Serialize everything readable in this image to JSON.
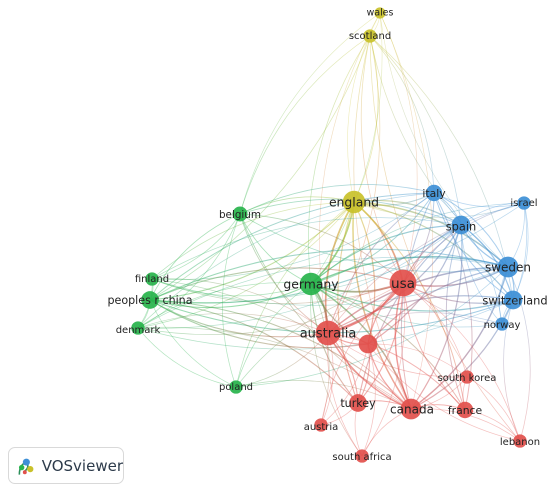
{
  "app": {
    "name": "VOSviewer"
  },
  "colors": {
    "red": "#e2504c",
    "green": "#27b34b",
    "blue": "#3d8fd6",
    "yellow": "#c9c12a"
  },
  "network": {
    "nodes": [
      {
        "id": "wales",
        "label": "wales",
        "cluster": "yellow",
        "weight": 1
      },
      {
        "id": "scotland",
        "label": "scotland",
        "cluster": "yellow",
        "weight": 2
      },
      {
        "id": "england",
        "label": "england",
        "cluster": "yellow",
        "weight": 10
      },
      {
        "id": "belgium",
        "label": "belgium",
        "cluster": "green",
        "weight": 3
      },
      {
        "id": "finland",
        "label": "finland",
        "cluster": "green",
        "weight": 2
      },
      {
        "id": "peoples_r_china",
        "label": "peoples r china",
        "cluster": "green",
        "weight": 5
      },
      {
        "id": "denmark",
        "label": "denmark",
        "cluster": "green",
        "weight": 2
      },
      {
        "id": "germany",
        "label": "germany",
        "cluster": "green",
        "weight": 10
      },
      {
        "id": "poland",
        "label": "poland",
        "cluster": "green",
        "weight": 2
      },
      {
        "id": "italy",
        "label": "italy",
        "cluster": "blue",
        "weight": 4
      },
      {
        "id": "israel",
        "label": "israel",
        "cluster": "blue",
        "weight": 2
      },
      {
        "id": "spain",
        "label": "spain",
        "cluster": "blue",
        "weight": 6
      },
      {
        "id": "sweden",
        "label": "sweden",
        "cluster": "blue",
        "weight": 8
      },
      {
        "id": "switzerland",
        "label": "switzerland",
        "cluster": "blue",
        "weight": 6
      },
      {
        "id": "norway",
        "label": "norway",
        "cluster": "blue",
        "weight": 2
      },
      {
        "id": "usa",
        "label": "usa",
        "cluster": "red",
        "weight": 16
      },
      {
        "id": "australia",
        "label": "australia",
        "cluster": "red",
        "weight": 13
      },
      {
        "id": "turkey",
        "label": "turkey",
        "cluster": "red",
        "weight": 5
      },
      {
        "id": "canada",
        "label": "canada",
        "cluster": "red",
        "weight": 8
      },
      {
        "id": "south_korea",
        "label": "south korea",
        "cluster": "red",
        "weight": 2
      },
      {
        "id": "france",
        "label": "france",
        "cluster": "red",
        "weight": 4
      },
      {
        "id": "austria",
        "label": "austria",
        "cluster": "red",
        "weight": 2
      },
      {
        "id": "south_africa",
        "label": "south africa",
        "cluster": "red",
        "weight": 2
      },
      {
        "id": "lebanon",
        "label": "lebanon",
        "cluster": "red",
        "weight": 2
      },
      {
        "id": "unlabeled_red",
        "label": "",
        "cluster": "red",
        "weight": 6
      }
    ],
    "links": [
      [
        "wales",
        "scotland"
      ],
      [
        "wales",
        "england"
      ],
      [
        "wales",
        "usa"
      ],
      [
        "wales",
        "australia"
      ],
      [
        "wales",
        "germany"
      ],
      [
        "wales",
        "sweden"
      ],
      [
        "wales",
        "canada"
      ],
      [
        "wales",
        "belgium"
      ],
      [
        "scotland",
        "england"
      ],
      [
        "scotland",
        "usa"
      ],
      [
        "scotland",
        "australia"
      ],
      [
        "scotland",
        "germany"
      ],
      [
        "scotland",
        "spain"
      ],
      [
        "scotland",
        "sweden"
      ],
      [
        "scotland",
        "italy"
      ],
      [
        "scotland",
        "canada"
      ],
      [
        "scotland",
        "peoples_r_china"
      ],
      [
        "scotland",
        "belgium"
      ],
      [
        "scotland",
        "switzerland"
      ],
      [
        "scotland",
        "lebanon"
      ],
      [
        "england",
        "usa"
      ],
      [
        "england",
        "australia"
      ],
      [
        "england",
        "germany"
      ],
      [
        "england",
        "belgium"
      ],
      [
        "england",
        "spain"
      ],
      [
        "england",
        "italy"
      ],
      [
        "england",
        "sweden"
      ],
      [
        "england",
        "canada"
      ],
      [
        "england",
        "peoples_r_china"
      ],
      [
        "england",
        "finland"
      ],
      [
        "england",
        "switzerland"
      ],
      [
        "england",
        "turkey"
      ],
      [
        "england",
        "france"
      ],
      [
        "england",
        "poland"
      ],
      [
        "england",
        "unlabeled_red"
      ],
      [
        "england",
        "israel"
      ],
      [
        "england",
        "denmark"
      ],
      [
        "belgium",
        "germany"
      ],
      [
        "belgium",
        "usa"
      ],
      [
        "belgium",
        "australia"
      ],
      [
        "belgium",
        "finland"
      ],
      [
        "belgium",
        "peoples_r_china"
      ],
      [
        "belgium",
        "denmark"
      ],
      [
        "belgium",
        "poland"
      ],
      [
        "belgium",
        "spain"
      ],
      [
        "belgium",
        "sweden"
      ],
      [
        "belgium",
        "italy"
      ],
      [
        "belgium",
        "canada"
      ],
      [
        "finland",
        "peoples_r_china"
      ],
      [
        "finland",
        "germany"
      ],
      [
        "finland",
        "denmark"
      ],
      [
        "finland",
        "usa"
      ],
      [
        "finland",
        "australia"
      ],
      [
        "finland",
        "sweden"
      ],
      [
        "finland",
        "spain"
      ],
      [
        "finland",
        "italy"
      ],
      [
        "finland",
        "canada"
      ],
      [
        "peoples_r_china",
        "germany"
      ],
      [
        "peoples_r_china",
        "usa"
      ],
      [
        "peoples_r_china",
        "australia"
      ],
      [
        "peoples_r_china",
        "denmark"
      ],
      [
        "peoples_r_china",
        "poland"
      ],
      [
        "peoples_r_china",
        "sweden"
      ],
      [
        "peoples_r_china",
        "spain"
      ],
      [
        "peoples_r_china",
        "canada"
      ],
      [
        "peoples_r_china",
        "switzerland"
      ],
      [
        "peoples_r_china",
        "italy"
      ],
      [
        "peoples_r_china",
        "israel"
      ],
      [
        "peoples_r_china",
        "turkey"
      ],
      [
        "peoples_r_china",
        "unlabeled_red"
      ],
      [
        "denmark",
        "germany"
      ],
      [
        "denmark",
        "usa"
      ],
      [
        "denmark",
        "australia"
      ],
      [
        "denmark",
        "poland"
      ],
      [
        "denmark",
        "sweden"
      ],
      [
        "denmark",
        "spain"
      ],
      [
        "denmark",
        "canada"
      ],
      [
        "denmark",
        "switzerland"
      ],
      [
        "denmark",
        "italy"
      ],
      [
        "germany",
        "usa"
      ],
      [
        "germany",
        "australia"
      ],
      [
        "germany",
        "poland"
      ],
      [
        "germany",
        "spain"
      ],
      [
        "germany",
        "italy"
      ],
      [
        "germany",
        "sweden"
      ],
      [
        "germany",
        "switzerland"
      ],
      [
        "germany",
        "canada"
      ],
      [
        "germany",
        "turkey"
      ],
      [
        "germany",
        "austria"
      ],
      [
        "germany",
        "unlabeled_red"
      ],
      [
        "germany",
        "france"
      ],
      [
        "germany",
        "norway"
      ],
      [
        "germany",
        "israel"
      ],
      [
        "germany",
        "south_africa"
      ],
      [
        "poland",
        "usa"
      ],
      [
        "poland",
        "australia"
      ],
      [
        "poland",
        "canada"
      ],
      [
        "poland",
        "sweden"
      ],
      [
        "italy",
        "spain"
      ],
      [
        "italy",
        "israel"
      ],
      [
        "italy",
        "sweden"
      ],
      [
        "italy",
        "switzerland"
      ],
      [
        "italy",
        "usa"
      ],
      [
        "italy",
        "australia"
      ],
      [
        "italy",
        "norway"
      ],
      [
        "italy",
        "canada"
      ],
      [
        "italy",
        "france"
      ],
      [
        "israel",
        "spain"
      ],
      [
        "israel",
        "sweden"
      ],
      [
        "israel",
        "usa"
      ],
      [
        "israel",
        "switzerland"
      ],
      [
        "israel",
        "australia"
      ],
      [
        "israel",
        "norway"
      ],
      [
        "spain",
        "sweden"
      ],
      [
        "spain",
        "switzerland"
      ],
      [
        "spain",
        "usa"
      ],
      [
        "spain",
        "australia"
      ],
      [
        "spain",
        "norway"
      ],
      [
        "spain",
        "canada"
      ],
      [
        "spain",
        "france"
      ],
      [
        "spain",
        "unlabeled_red"
      ],
      [
        "spain",
        "turkey"
      ],
      [
        "sweden",
        "switzerland"
      ],
      [
        "sweden",
        "norway"
      ],
      [
        "sweden",
        "usa"
      ],
      [
        "sweden",
        "australia"
      ],
      [
        "sweden",
        "canada"
      ],
      [
        "sweden",
        "unlabeled_red"
      ],
      [
        "sweden",
        "lebanon"
      ],
      [
        "switzerland",
        "norway"
      ],
      [
        "switzerland",
        "usa"
      ],
      [
        "switzerland",
        "australia"
      ],
      [
        "switzerland",
        "canada"
      ],
      [
        "switzerland",
        "lebanon"
      ],
      [
        "norway",
        "usa"
      ],
      [
        "norway",
        "australia"
      ],
      [
        "usa",
        "australia"
      ],
      [
        "usa",
        "canada"
      ],
      [
        "usa",
        "turkey"
      ],
      [
        "usa",
        "france"
      ],
      [
        "usa",
        "south_korea"
      ],
      [
        "usa",
        "unlabeled_red"
      ],
      [
        "usa",
        "lebanon"
      ],
      [
        "usa",
        "austria"
      ],
      [
        "usa",
        "south_africa"
      ],
      [
        "australia",
        "canada"
      ],
      [
        "australia",
        "turkey"
      ],
      [
        "australia",
        "unlabeled_red"
      ],
      [
        "australia",
        "austria"
      ],
      [
        "australia",
        "south_africa"
      ],
      [
        "australia",
        "france"
      ],
      [
        "australia",
        "south_korea"
      ],
      [
        "turkey",
        "canada"
      ],
      [
        "turkey",
        "unlabeled_red"
      ],
      [
        "turkey",
        "austria"
      ],
      [
        "turkey",
        "south_africa"
      ],
      [
        "canada",
        "france"
      ],
      [
        "canada",
        "south_korea"
      ],
      [
        "canada",
        "lebanon"
      ],
      [
        "canada",
        "south_africa"
      ],
      [
        "canada",
        "unlabeled_red"
      ],
      [
        "south_korea",
        "france"
      ],
      [
        "south_korea",
        "lebanon"
      ],
      [
        "south_korea",
        "unlabeled_red"
      ],
      [
        "france",
        "lebanon"
      ],
      [
        "unlabeled_red",
        "lebanon"
      ],
      [
        "unlabeled_red",
        "austria"
      ],
      [
        "south_africa",
        "unlabeled_red"
      ]
    ]
  }
}
